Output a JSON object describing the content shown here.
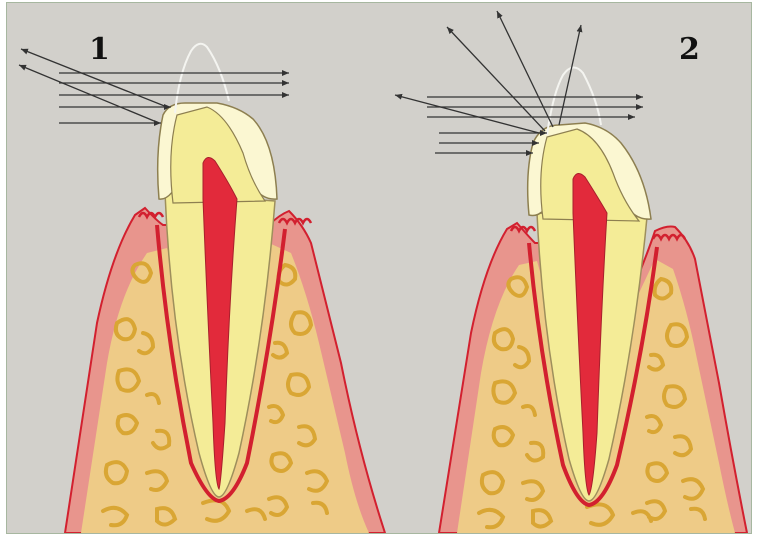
{
  "panels": [
    {
      "label": "1"
    },
    {
      "label": "2"
    }
  ],
  "colors": {
    "background": "#d2d0cb",
    "gum": "#e8958d",
    "gum_dark": "#d9665a",
    "bone": "#eecb87",
    "trabecula": "#d9a634",
    "periodontal": "#d2202f",
    "dentin": "#f4ec97",
    "enamel": "#fbf7d2",
    "pulp": "#e22a3b",
    "arrow": "#333333"
  },
  "icons": [
    "light-ray-arrow"
  ]
}
